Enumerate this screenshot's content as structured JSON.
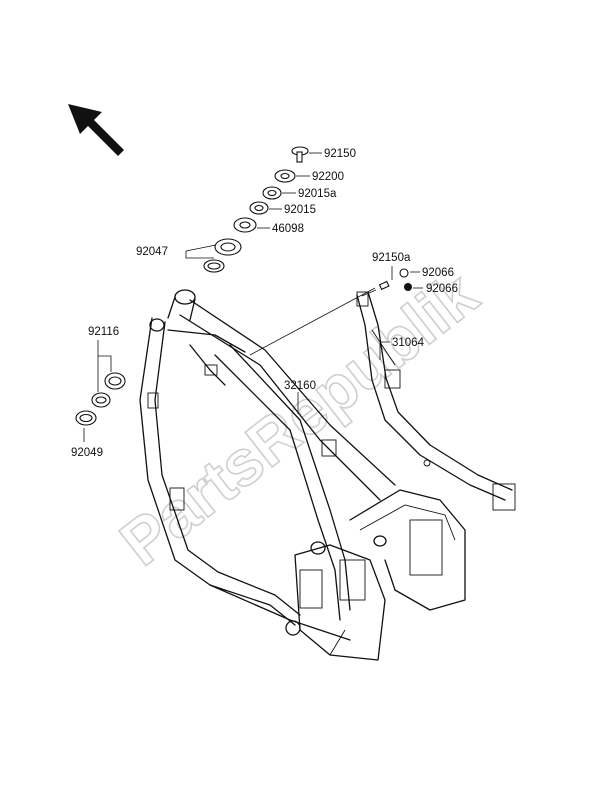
{
  "watermark": "PartsRepublik",
  "parts": {
    "p92150": "92150",
    "p92200": "92200",
    "p92015a": "92015a",
    "p92015": "92015",
    "p46098": "46098",
    "p92047": "92047",
    "p92116": "92116",
    "p92049": "92049",
    "p92150a": "92150a",
    "p92066_top": "92066",
    "p92066_bottom": "92066",
    "p31064": "31064",
    "p32160": "32160"
  },
  "icons": {
    "direction_arrow": "arrow-up-left-icon"
  }
}
